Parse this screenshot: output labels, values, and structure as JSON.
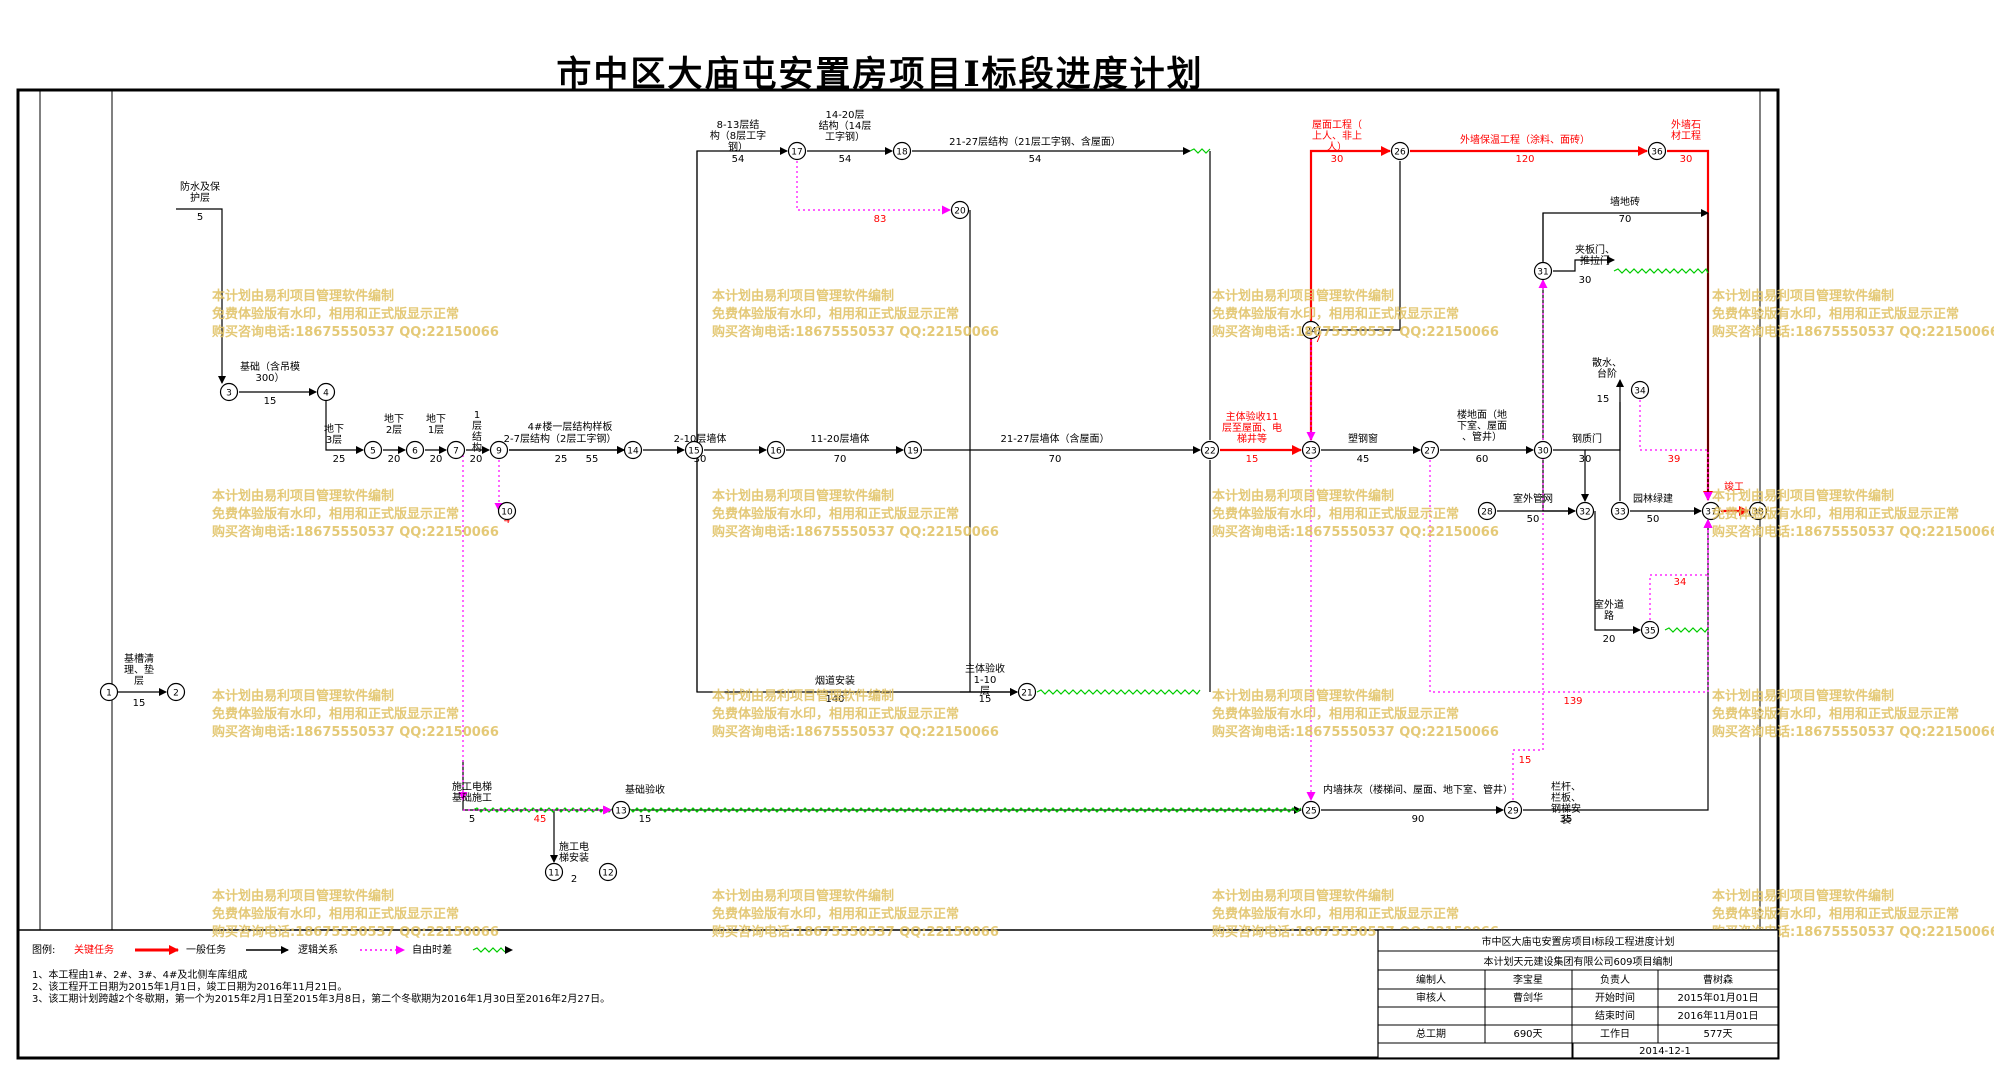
{
  "title": "市中区大庙屯安置房项目Ⅰ标段进度计划",
  "watermark": {
    "lines": [
      "本计划由易利项目管理软件编制",
      "免费体验版有水印，相用和正式版显示正常",
      "购买咨询电话:18675550537 QQ:22150066"
    ],
    "color": "#e0c060"
  },
  "colors": {
    "critical": "#ff0000",
    "normal": "#000000",
    "logic": "#ff00ff",
    "float": "#00cc00"
  },
  "nodes": [
    "1",
    "2",
    "3",
    "4",
    "5",
    "6",
    "7",
    "9",
    "10",
    "11",
    "12",
    "13",
    "14",
    "15",
    "16",
    "17",
    "18",
    "19",
    "20",
    "21",
    "22",
    "23",
    "24",
    "25",
    "26",
    "27",
    "28",
    "29",
    "30",
    "31",
    "32",
    "33",
    "34",
    "35",
    "36",
    "37",
    "38"
  ],
  "tasks": [
    {
      "name": "基槽清理、垫层",
      "duration": "15",
      "type": "normal"
    },
    {
      "name": "防水及保护层",
      "duration": "5",
      "type": "normal"
    },
    {
      "name": "基础（含吊模300）",
      "duration": "15",
      "type": "normal"
    },
    {
      "name": "地下3层",
      "duration": "25",
      "type": "normal"
    },
    {
      "name": "地下2层",
      "duration": "20",
      "type": "normal"
    },
    {
      "name": "地下1层",
      "duration": "20",
      "type": "normal"
    },
    {
      "name": "1层结构",
      "duration": "20",
      "type": "normal"
    },
    {
      "name": "4#楼一层结构样板",
      "duration": "",
      "type": "normal"
    },
    {
      "name": "2-7层结构（2层工字钢）",
      "duration": "25",
      "type": "normal"
    },
    {
      "name": "",
      "duration": "55",
      "type": "normal"
    },
    {
      "name": "2-10层墙体",
      "duration": "30",
      "type": "normal"
    },
    {
      "name": "11-20层墙体",
      "duration": "70",
      "type": "normal"
    },
    {
      "name": "21-27层墙体（含屋面）",
      "duration": "70",
      "type": "normal"
    },
    {
      "name": "8-13层结构（8层工字钢）",
      "duration": "54",
      "type": "normal"
    },
    {
      "name": "14-20层结构（14层工字钢）",
      "duration": "54",
      "type": "normal"
    },
    {
      "name": "21-27层结构（21层工字钢、含屋面）",
      "duration": "54",
      "type": "normal"
    },
    {
      "name": "烟道安装",
      "duration": "140",
      "type": "normal"
    },
    {
      "name": "主体验收1-10层",
      "duration": "15",
      "type": "normal"
    },
    {
      "name": "主体验收11层至屋面、电梯井等",
      "duration": "15",
      "type": "critical"
    },
    {
      "name": "屋面工程（上人、非上人）",
      "duration": "30",
      "type": "critical"
    },
    {
      "name": "外墙保温工程（涂料、面砖）",
      "duration": "120",
      "type": "critical"
    },
    {
      "name": "外墙石材工程",
      "duration": "30",
      "type": "critical"
    },
    {
      "name": "塑钢窗",
      "duration": "45",
      "type": "normal"
    },
    {
      "name": "楼地面（地下室、屋面、管井）",
      "duration": "60",
      "type": "normal"
    },
    {
      "name": "墙地砖",
      "duration": "70",
      "type": "normal"
    },
    {
      "name": "夹板门、推拉门",
      "duration": "30",
      "type": "normal"
    },
    {
      "name": "钢质门",
      "duration": "30",
      "type": "normal"
    },
    {
      "name": "散水、台阶",
      "duration": "15",
      "type": "normal"
    },
    {
      "name": "室外管网",
      "duration": "50",
      "type": "normal"
    },
    {
      "name": "园林绿建",
      "duration": "50",
      "type": "normal"
    },
    {
      "name": "室外道路",
      "duration": "20",
      "type": "normal"
    },
    {
      "name": "施工电梯基础施工",
      "duration": "5",
      "type": "normal"
    },
    {
      "name": "基础验收",
      "duration": "15",
      "type": "normal"
    },
    {
      "name": "施工电梯安装",
      "duration": "2",
      "type": "normal"
    },
    {
      "name": "内墙抹灰（楼梯间、屋面、地下室、管井）",
      "duration": "90",
      "type": "normal"
    },
    {
      "name": "栏杆、栏板、钢梯安装",
      "duration": "35",
      "type": "normal"
    },
    {
      "name": "竣工",
      "duration": "",
      "type": "critical"
    }
  ],
  "logic_labels": [
    "83",
    "45",
    "39",
    "34",
    "139",
    "15",
    "7",
    "4"
  ],
  "legend": {
    "prefix": "图例:",
    "critical": "关键任务",
    "normal": "一般任务",
    "logic": "逻辑关系",
    "float": "自由时差"
  },
  "notes": [
    "1、本工程由1#、2#、3#、4#及北侧车库组成",
    "2、该工程开工日期为2015年1月1日，竣工日期为2016年11月21日。",
    "3、该工期计划跨越2个冬歇期，第一个为2015年2月1日至2015年3月8日，第二个冬歇期为2016年1月30日至2016年2月27日。"
  ],
  "title_block": {
    "project": "市中区大庙屯安置房项目Ⅰ标段工程进度计划",
    "company": "本计划天元建设集团有限公司609项目编制",
    "compiler_label": "编制人",
    "compiler": "李宝星",
    "leader_label": "负责人",
    "leader": "曹树森",
    "reviewer_label": "审核人",
    "reviewer": "曹剑华",
    "start_label": "开始时间",
    "start": "2015年01月01日",
    "end_label": "结束时间",
    "end": "2016年11月01日",
    "total_label": "总工期",
    "total": "690天",
    "workdays_label": "工作日",
    "workdays": "577天",
    "date": "2014-12-1"
  }
}
